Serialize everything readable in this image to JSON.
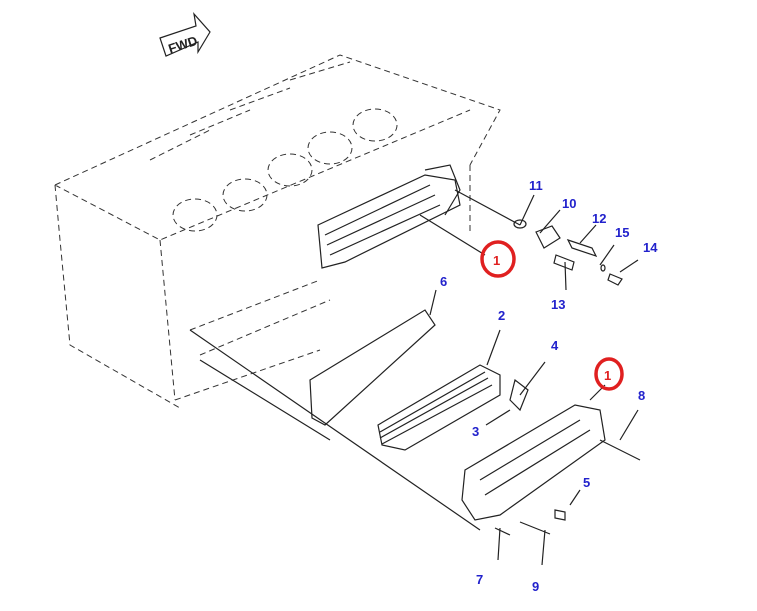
{
  "diagram": {
    "fwd_label": "FWD",
    "colors": {
      "label": "#2222cc",
      "callout": "#e02020",
      "line": "#222222"
    },
    "callouts": [
      {
        "id": "callout-1a",
        "text": "1"
      },
      {
        "id": "callout-1b",
        "text": "1"
      }
    ],
    "parts": [
      {
        "text": "2"
      },
      {
        "text": "3"
      },
      {
        "text": "4"
      },
      {
        "text": "5"
      },
      {
        "text": "6"
      },
      {
        "text": "7"
      },
      {
        "text": "8"
      },
      {
        "text": "9"
      },
      {
        "text": "10"
      },
      {
        "text": "11"
      },
      {
        "text": "12"
      },
      {
        "text": "13"
      },
      {
        "text": "14"
      },
      {
        "text": "15"
      }
    ]
  }
}
